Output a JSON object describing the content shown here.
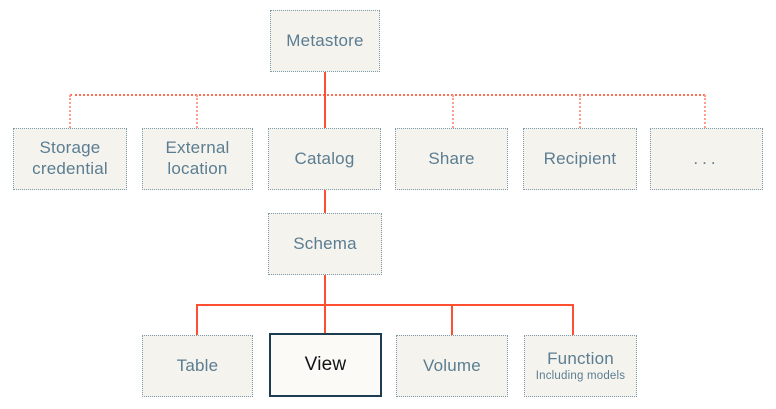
{
  "diagram": {
    "nodes": {
      "metastore": {
        "label": "Metastore"
      },
      "storage_credential": {
        "label": "Storage credential"
      },
      "external_location": {
        "label": "External location"
      },
      "catalog": {
        "label": "Catalog"
      },
      "share": {
        "label": "Share"
      },
      "recipient": {
        "label": "Recipient"
      },
      "ellipsis": {
        "label": "..."
      },
      "schema": {
        "label": "Schema"
      },
      "table": {
        "label": "Table"
      },
      "view": {
        "label": "View"
      },
      "volume": {
        "label": "Volume"
      },
      "function": {
        "label": "Function",
        "sublabel": "Including models"
      }
    },
    "colors": {
      "page_bg": "#ffffff",
      "node_bg": "#f5f3ee",
      "node_border": "#7f9aab",
      "node_text": "#5b7d91",
      "highlight_border": "#1c3d4f",
      "highlight_bg": "#fbfaf6",
      "highlight_text": "#101417",
      "solid_line": "#ff4f33",
      "dotted_line_h": "#ff6f58",
      "dotted_line_v": "#ff9e8e"
    }
  }
}
